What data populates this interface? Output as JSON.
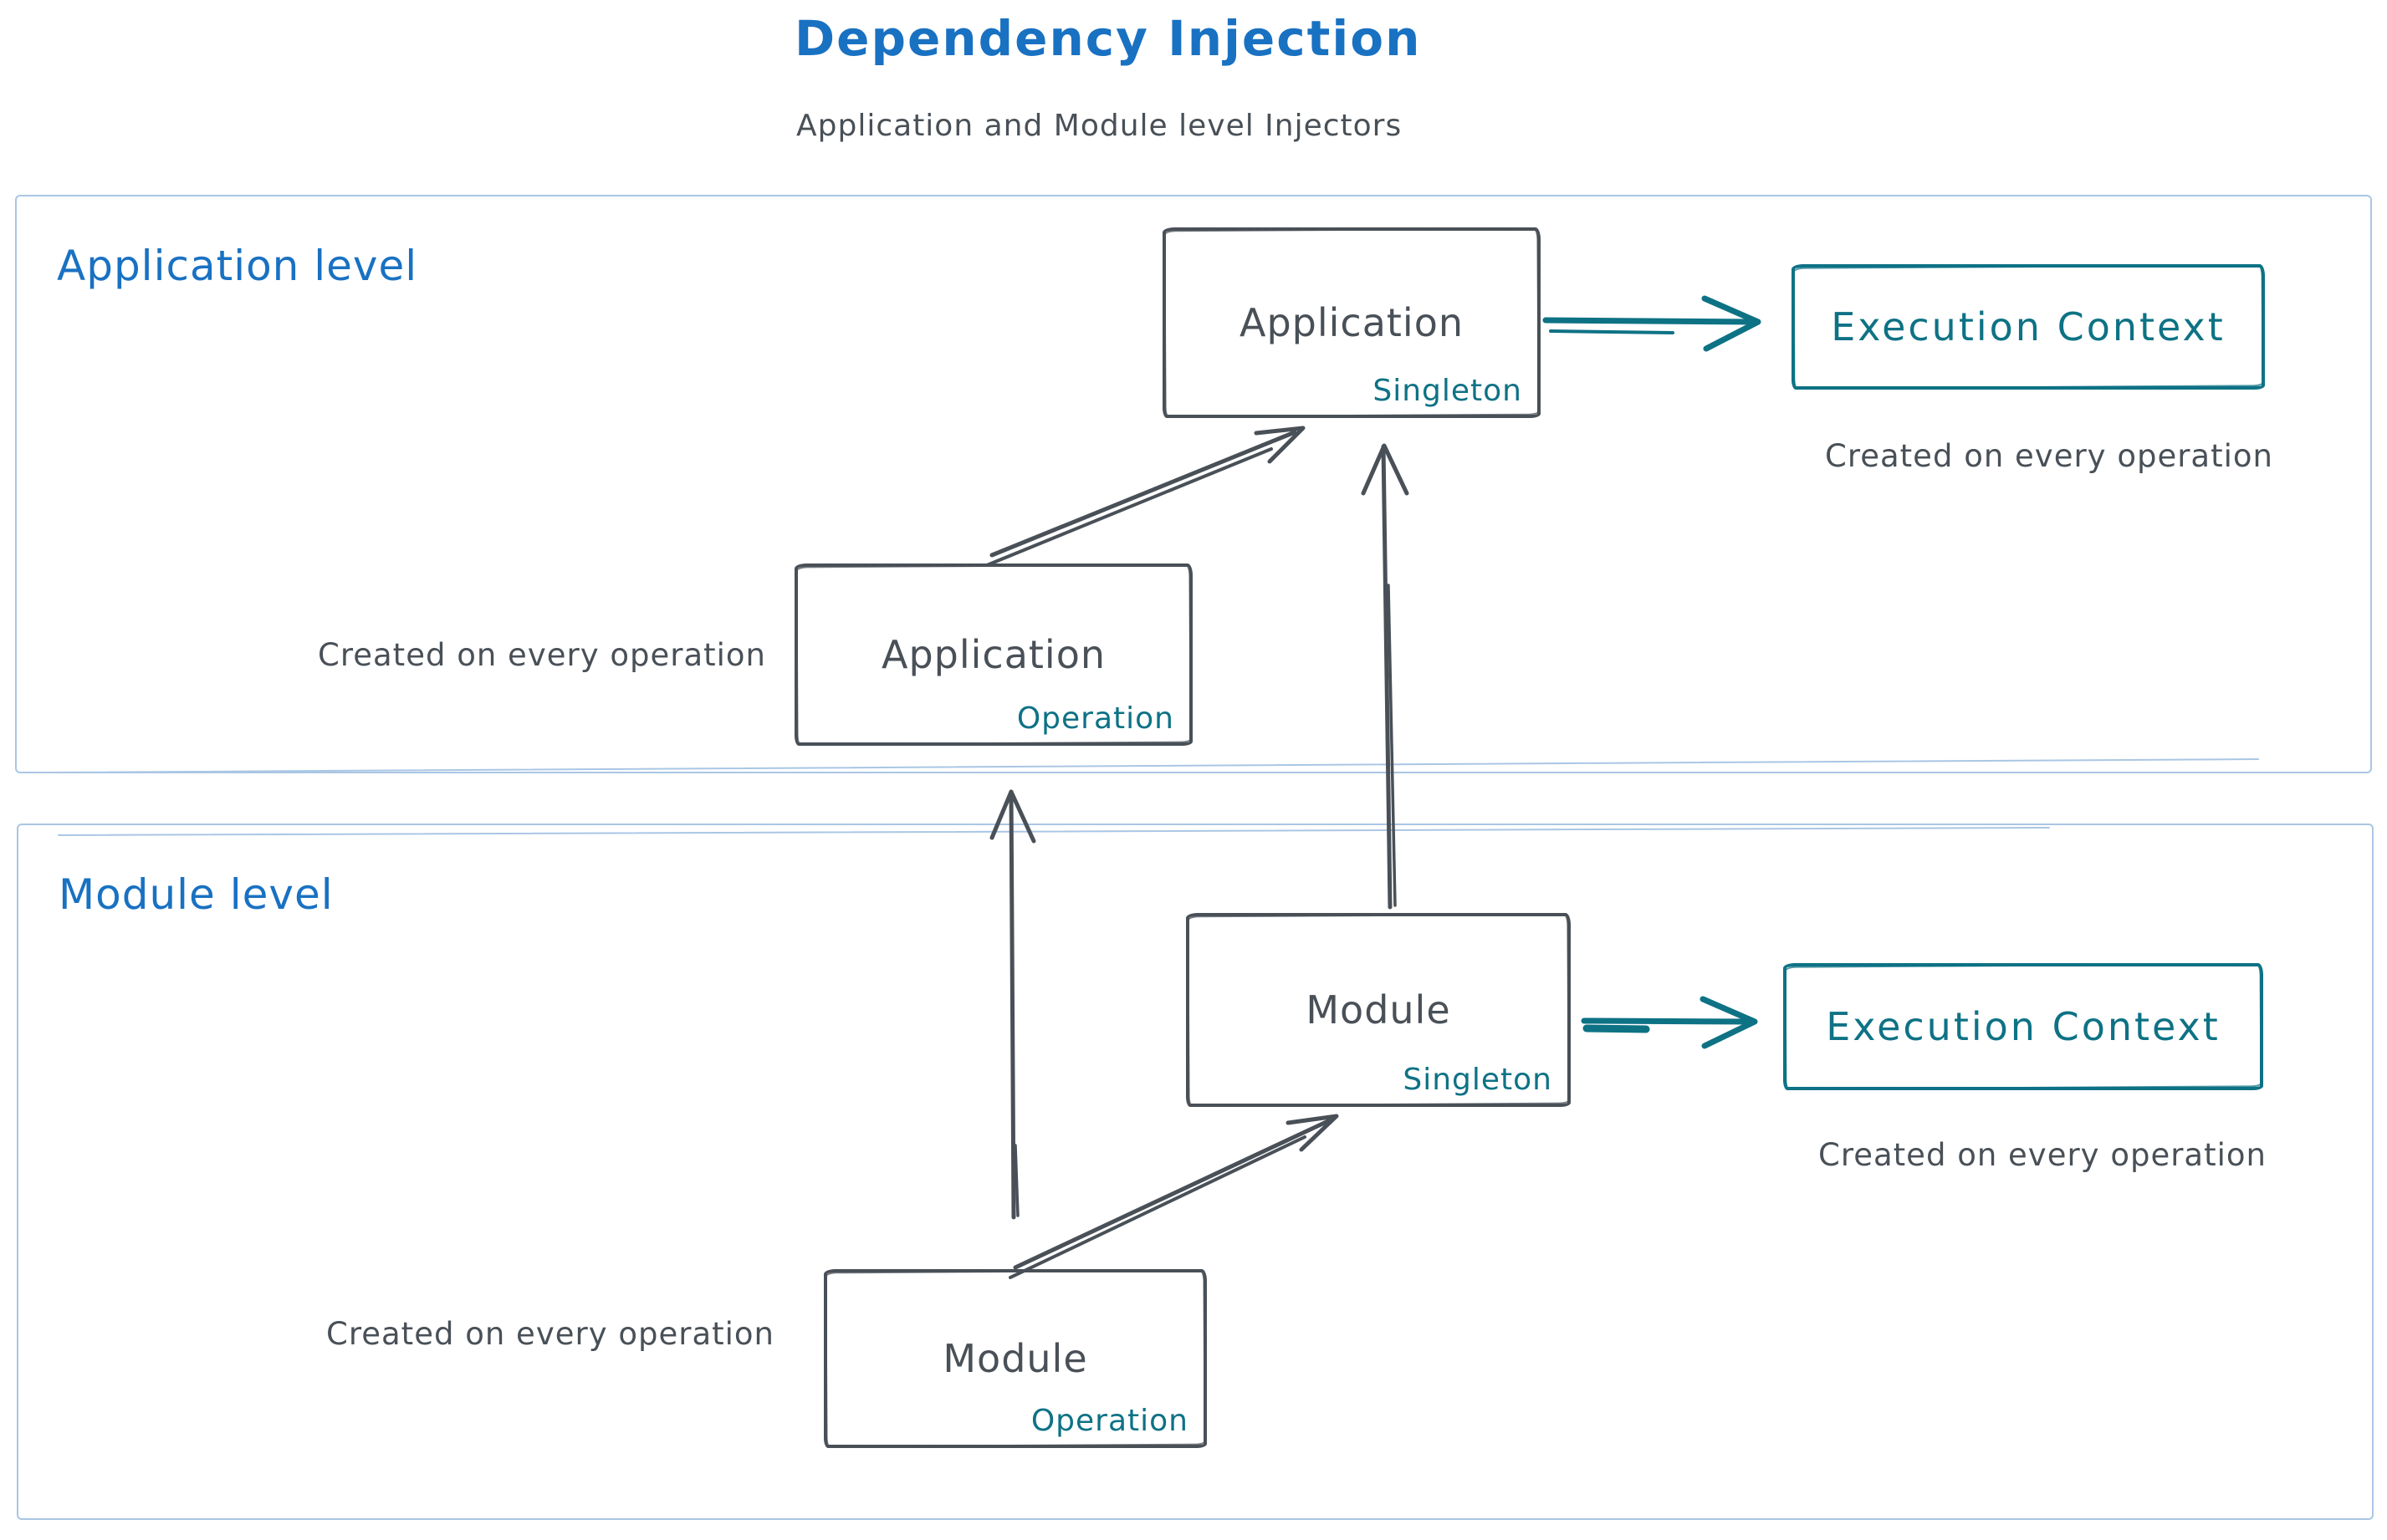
{
  "header": {
    "title": "Dependency Injection",
    "subtitle": "Application and Module level Injectors"
  },
  "sections": {
    "application": {
      "label": "Application level"
    },
    "module": {
      "label": "Module level"
    }
  },
  "boxes": {
    "application_singleton": {
      "title": "Application",
      "tag": "Singleton"
    },
    "application_operation": {
      "title": "Application",
      "tag": "Operation"
    },
    "application_execution_context": {
      "title": "Execution Context",
      "caption": "Created on every operation"
    },
    "module_singleton": {
      "title": "Module",
      "tag": "Singleton"
    },
    "module_operation": {
      "title": "Module",
      "tag": "Operation"
    },
    "module_execution_context": {
      "title": "Execution Context",
      "caption": "Created on every operation"
    }
  },
  "notes": {
    "application_operation": "Created on every operation",
    "module_operation": "Created on every operation"
  },
  "colors": {
    "title_blue": "#1971c2",
    "ink_dark": "#495057",
    "accent_teal": "#0e7285",
    "frame_light_blue": "#aac6e4"
  }
}
